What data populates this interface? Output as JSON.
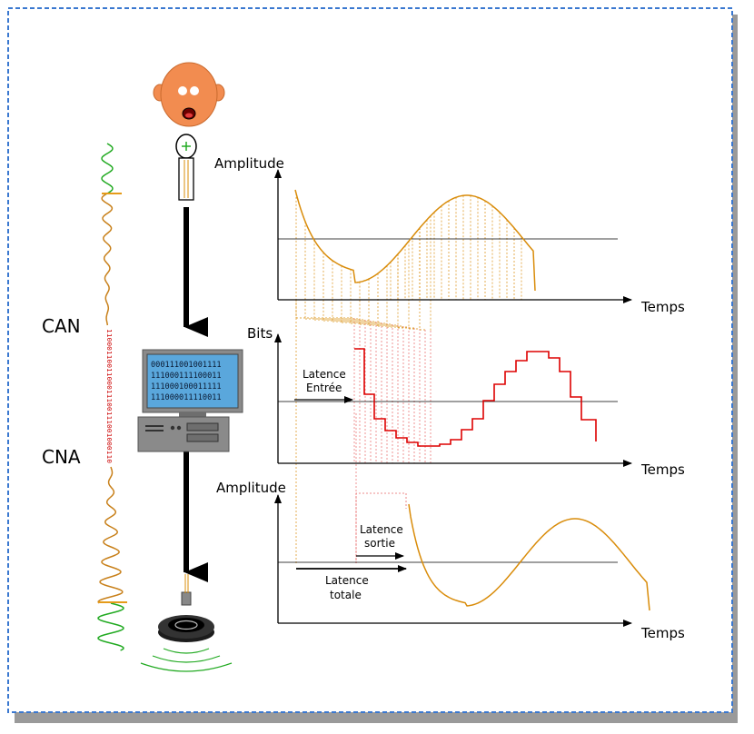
{
  "labels": {
    "can": "CAN",
    "cna": "CNA",
    "amplitude_top": "Amplitude",
    "temps_top": "Temps",
    "bits": "Bits",
    "temps_mid": "Temps",
    "amplitude_bottom": "Amplitude",
    "temps_bottom": "Temps",
    "latence_entree_1": "Latence",
    "latence_entree_2": "Entrée",
    "latence_sortie_1": "Latence",
    "latence_sortie_2": "sortie",
    "latence_totale_1": "Latence",
    "latence_totale_2": "totale"
  },
  "screen_lines": [
    "000111001001111",
    "111000111100011",
    "111000100011111",
    "111000011110011"
  ],
  "bitstream": "1100011001100011100111001000110",
  "colors": {
    "signal": "#d98c0a",
    "digital": "#dd0000",
    "analog_green": "#22aa22",
    "analog_orange": "#c8801a",
    "frame": "#3a78d0",
    "screen": "#5aa7dc",
    "head": "#f28c50"
  },
  "icons": {
    "head": "head-icon",
    "microphone": "microphone-icon",
    "computer": "computer-icon",
    "speaker": "speaker-icon",
    "arrows": "arrow-icon"
  }
}
